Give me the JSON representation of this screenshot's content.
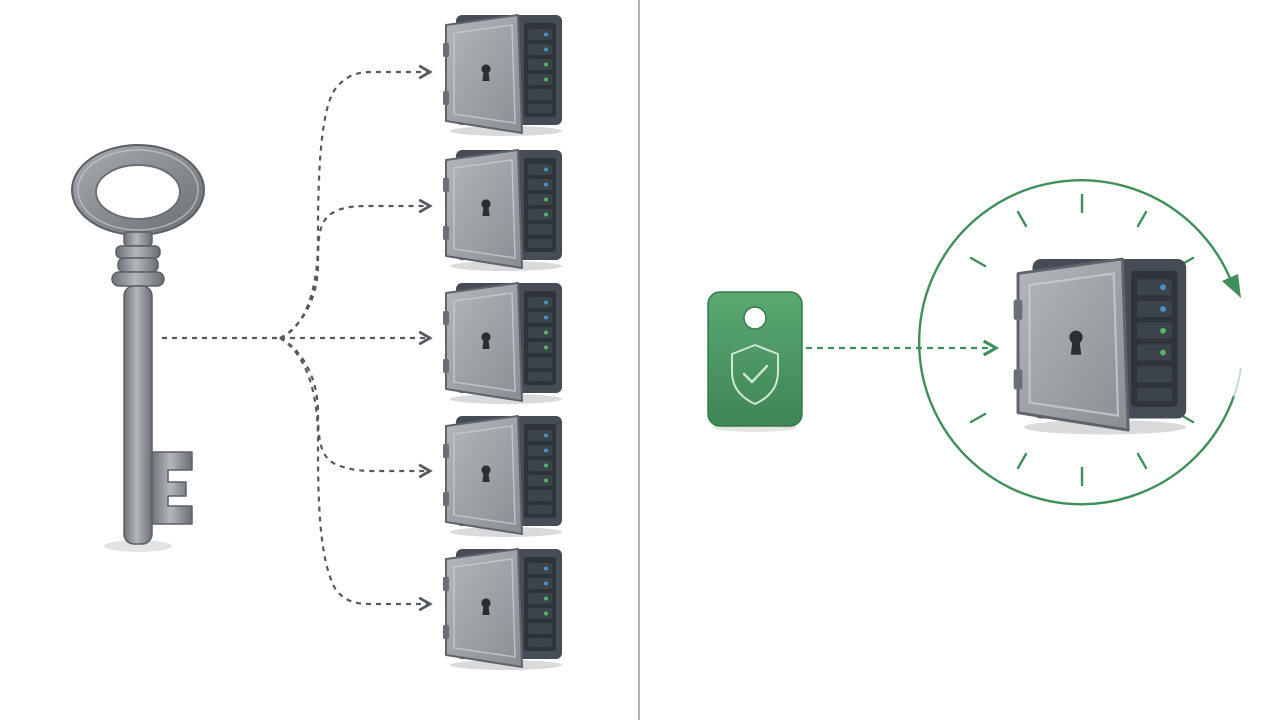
{
  "diagram": {
    "left_panel": {
      "key_icon": "skeleton-key-icon",
      "vault_count": 5,
      "vault_icon": "server-vault-icon",
      "connector_style": "dashed-arrows"
    },
    "right_panel": {
      "tag_icon": "shield-check-tag-icon",
      "vault_icon": "server-vault-icon",
      "rotation_icon": "clockwise-rotation-cycle-icon",
      "connector_style": "dashed-arrow"
    },
    "colors": {
      "background": "#ffffff",
      "divider": "#9a9a9a",
      "key_metal": "#8e9196",
      "dashed_gray": "#555a60",
      "accent_green": "#3f8f5a",
      "tag_green": "#4e9a66",
      "vault_frame": "#464c55",
      "vault_door": "#9da1a6",
      "led_blue": "#4a90c8",
      "led_green": "#58b46a"
    }
  }
}
